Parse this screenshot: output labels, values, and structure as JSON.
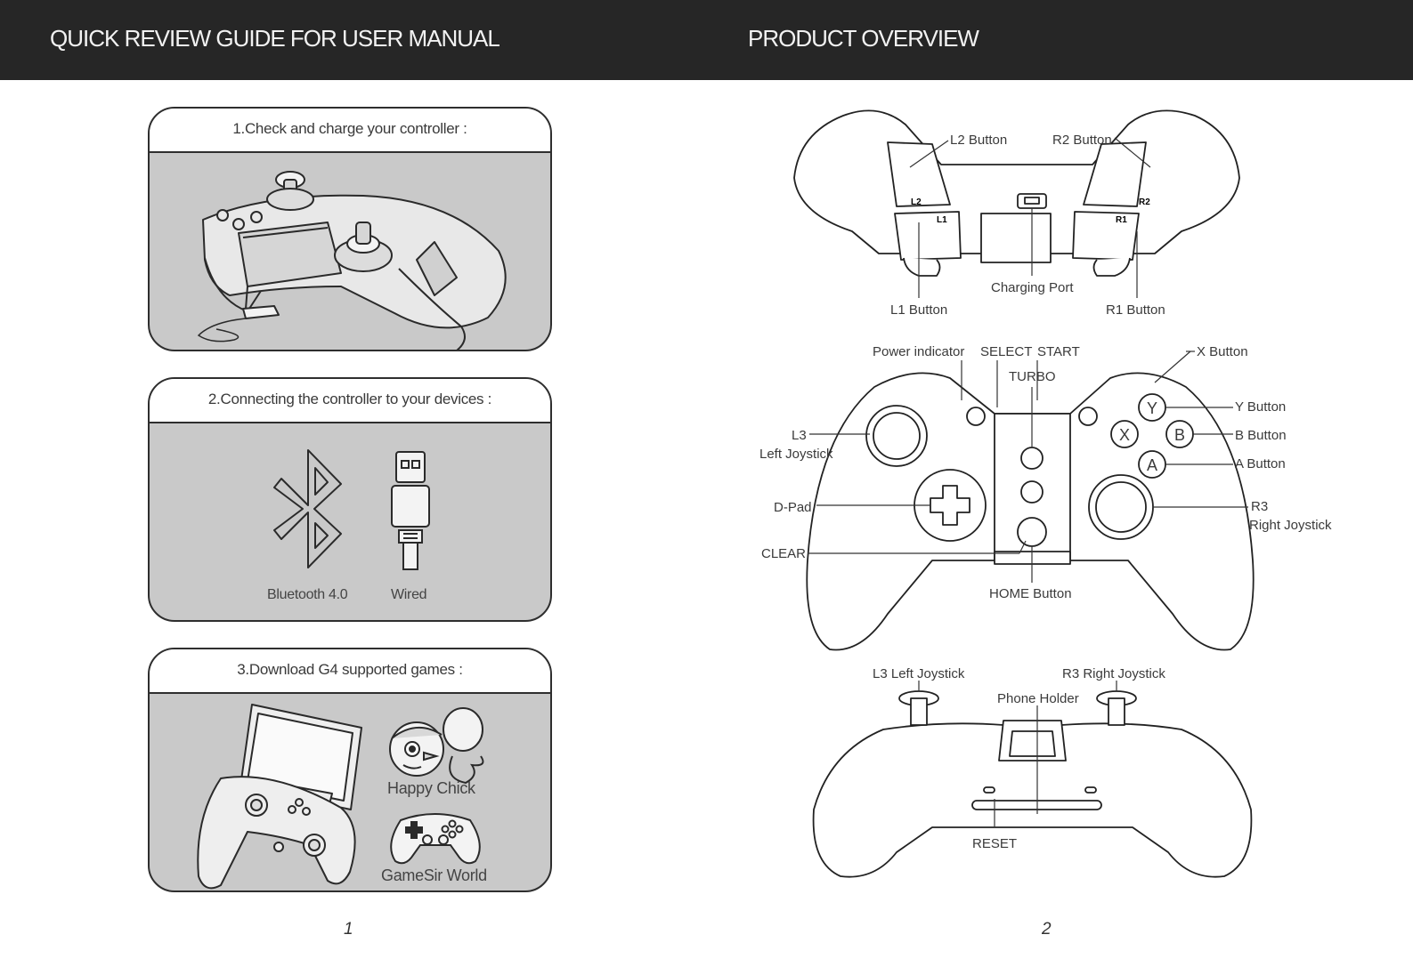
{
  "header": {
    "left_title": "QUICK REVIEW GUIDE FOR USER MANUAL",
    "right_title": "PRODUCT OVERVIEW"
  },
  "steps": [
    {
      "title": "1.Check and charge your controller :"
    },
    {
      "title": "2.Connecting the controller to your devices :",
      "options": [
        "Bluetooth 4.0",
        "Wired"
      ]
    },
    {
      "title": "3.Download G4 supported games :",
      "apps": [
        "Happy Chick",
        "GameSir World"
      ]
    }
  ],
  "overview": {
    "top_view": {
      "l2": "L2 Button",
      "r2": "R2 Button",
      "l1": "L1 Button",
      "r1": "R1 Button",
      "charging_port": "Charging Port",
      "l2_mark": "L2",
      "r2_mark": "R2",
      "l1_mark": "L1",
      "r1_mark": "R1"
    },
    "front_view": {
      "power": "Power indicator",
      "select": "SELECT",
      "start": "START",
      "turbo": "TURBO",
      "x_button": "X Button",
      "y_button": "Y Button",
      "b_button": "B Button",
      "a_button": "A Button",
      "l3": "L3",
      "l3_sub": "Left Joystick",
      "dpad": "D-Pad",
      "clear": "CLEAR",
      "r3": "R3",
      "r3_sub": "Right Joystick",
      "home": "HOME Button",
      "y": "Y",
      "x": "X",
      "b": "B",
      "a": "A"
    },
    "back_view": {
      "l3": "L3 Left Joystick",
      "r3": "R3 Right Joystick",
      "holder": "Phone Holder",
      "reset": "RESET"
    }
  },
  "pages": {
    "left": "1",
    "right": "2"
  }
}
